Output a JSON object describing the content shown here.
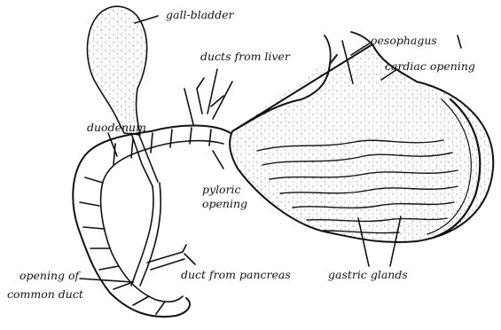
{
  "labels": {
    "gall_bladder": "gall-bladder",
    "ducts_from_liver": "ducts from liver",
    "oesophagus": "oesophagus",
    "cardiac_opening": "cardiac opening",
    "duodenum": "duodenum",
    "pyloric_line1": "pyloric",
    "pyloric_line2": "opening",
    "opening_line1": "opening of",
    "opening_line2": "common duct",
    "duct_from_pancreas": "duct from pancreas",
    "gastric_glands": "gastric glands"
  },
  "colors": {
    "ink": "#111111",
    "paper": "#ffffff"
  }
}
